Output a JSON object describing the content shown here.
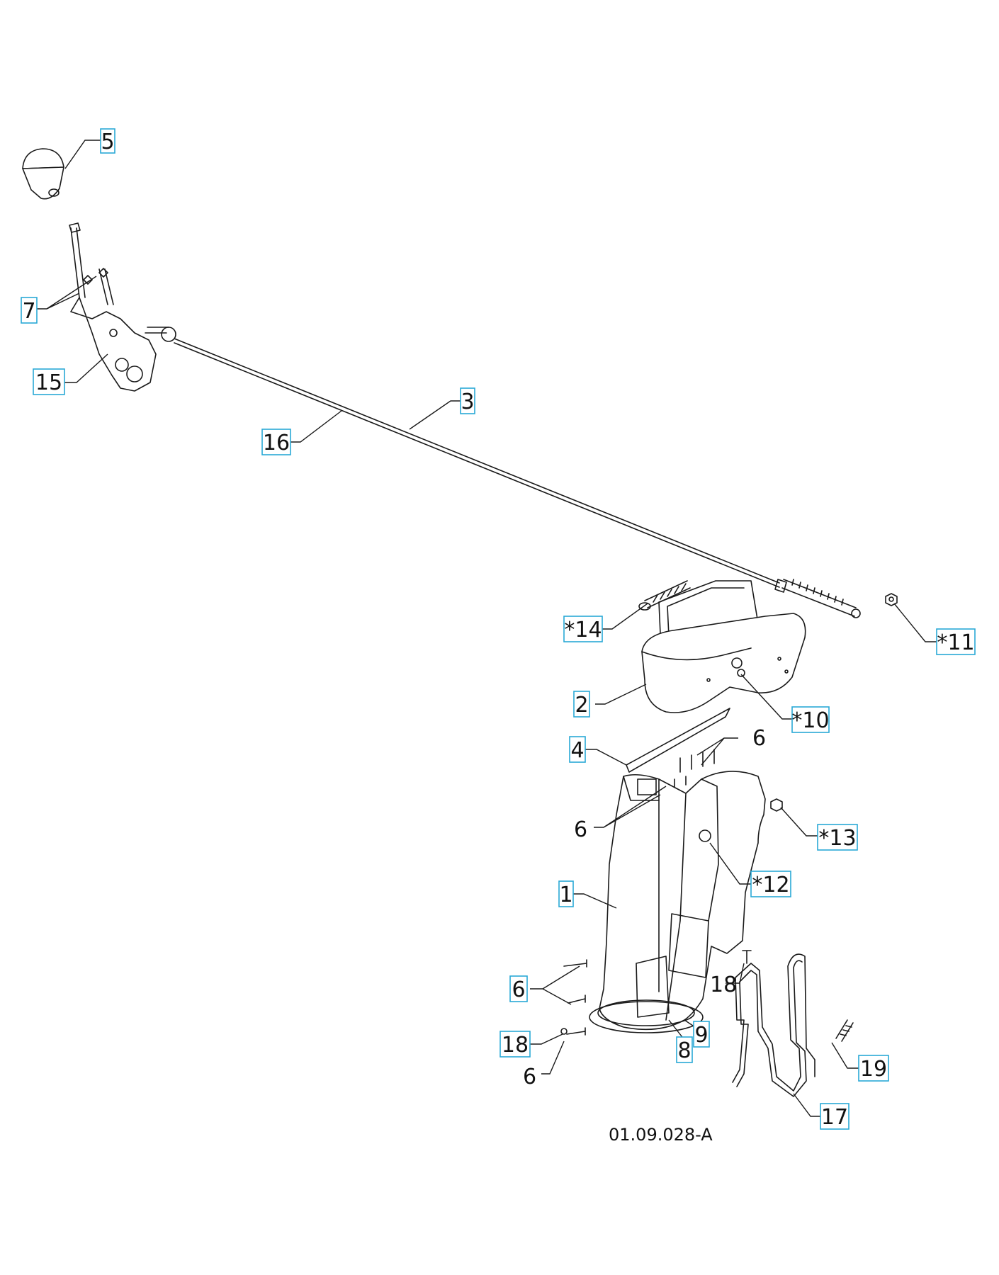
{
  "drawing_id": "01.09.028-A",
  "box_color": "#2aa9d6",
  "line_color": "#1a1a1a",
  "callouts": {
    "c5": "5",
    "c7": "7",
    "c15": "15",
    "c16": "16",
    "c3": "3",
    "c14": "*14",
    "c11": "*11",
    "c2": "2",
    "c10": "*10",
    "c4": "4",
    "c13": "*13",
    "c12": "*12",
    "c1": "1",
    "c6a": "6",
    "c18a": "18",
    "c8": "8",
    "c9": "9",
    "c19": "19",
    "c17": "17"
  },
  "labels": {
    "l6a": "6",
    "l6b": "6",
    "l18": "18",
    "l6c": "6"
  }
}
